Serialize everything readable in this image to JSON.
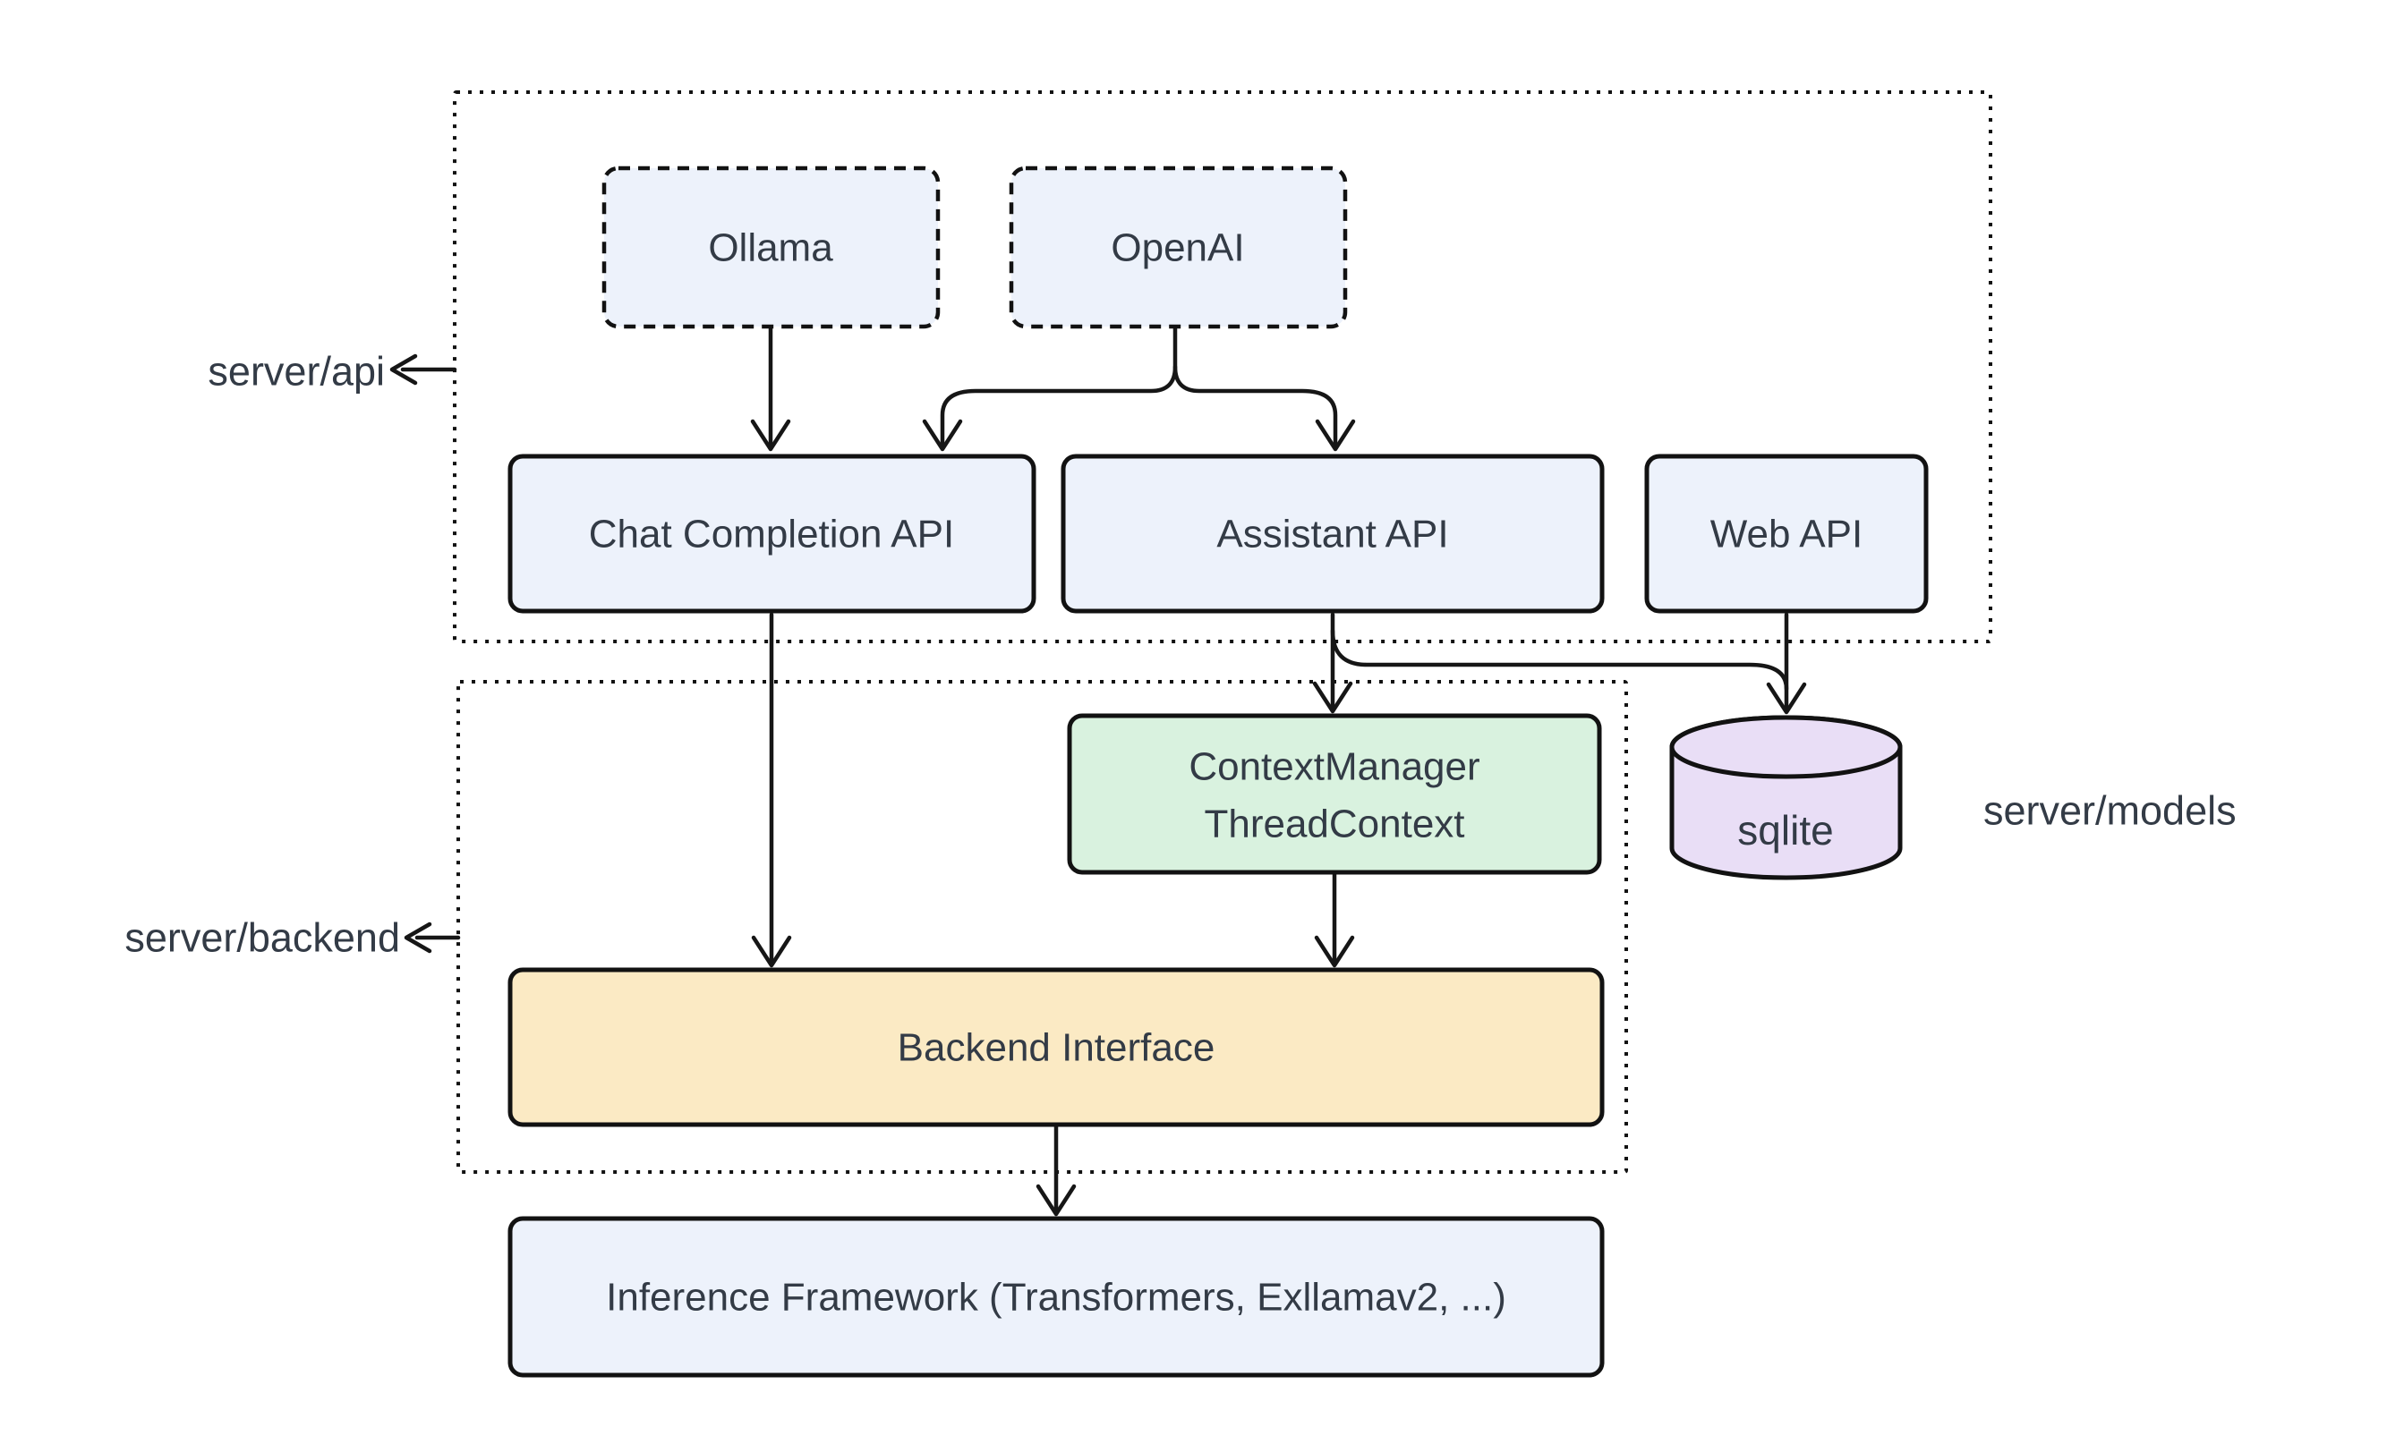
{
  "diagram": {
    "containers": {
      "server_api": {
        "label": "server/api"
      },
      "server_backend": {
        "label": "server/backend"
      },
      "server_models": {
        "label": "server/models"
      }
    },
    "nodes": {
      "ollama": {
        "label": "Ollama"
      },
      "openai": {
        "label": "OpenAI"
      },
      "chat_api": {
        "label": "Chat Completion API"
      },
      "assistant_api": {
        "label": "Assistant API"
      },
      "web_api": {
        "label": "Web API"
      },
      "context_manager": {
        "line1": "ContextManager",
        "line2": "ThreadContext"
      },
      "sqlite": {
        "label": "sqlite"
      },
      "backend_interface": {
        "label": "Backend Interface"
      },
      "inference_framework": {
        "label": "Inference Framework (Transformers, Exllamav2, ...)"
      }
    },
    "edges": [
      {
        "from": "Ollama",
        "to": "Chat Completion API"
      },
      {
        "from": "OpenAI",
        "to": "Chat Completion API"
      },
      {
        "from": "OpenAI",
        "to": "Assistant API"
      },
      {
        "from": "Chat Completion API",
        "to": "Backend Interface"
      },
      {
        "from": "Assistant API",
        "to": "ContextManager ThreadContext"
      },
      {
        "from": "Assistant API",
        "to": "sqlite"
      },
      {
        "from": "Web API",
        "to": "sqlite"
      },
      {
        "from": "ContextManager ThreadContext",
        "to": "Backend Interface"
      },
      {
        "from": "Backend Interface",
        "to": "Inference Framework (Transformers, Exllamav2, ...)"
      }
    ],
    "colors": {
      "node_blue": "#edf2fb",
      "node_green": "#d9f2df",
      "node_yellow": "#fbeac4",
      "node_purple": "#e9def6",
      "stroke": "#121212",
      "arrow": "#161616",
      "text": "#333b46",
      "background": "#ffffff"
    }
  }
}
